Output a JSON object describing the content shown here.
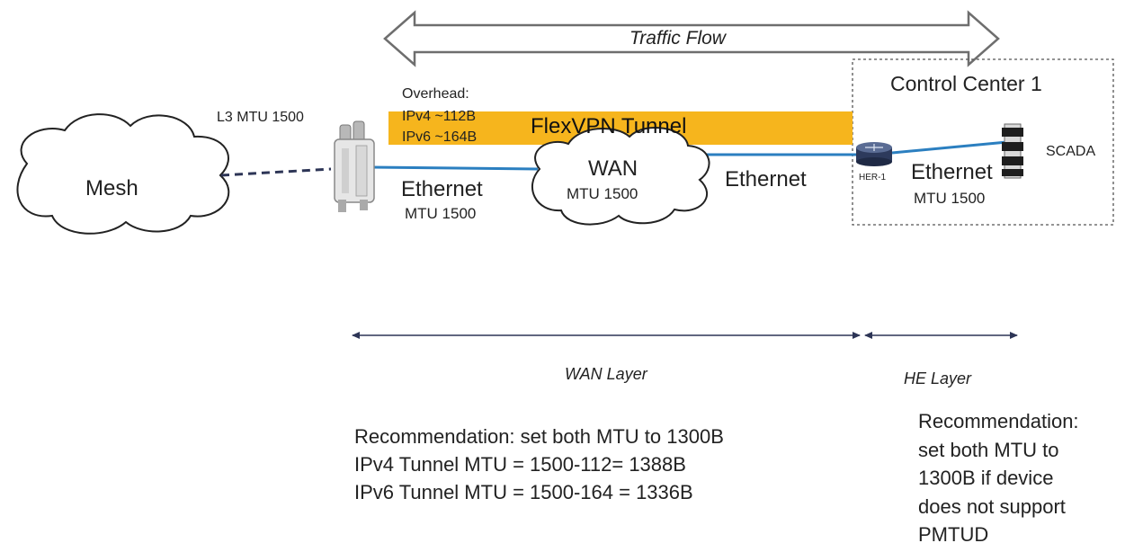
{
  "traffic_flow": {
    "label": "Traffic Flow"
  },
  "control_center": {
    "title": "Control Center 1"
  },
  "overhead": {
    "heading": "Overhead:",
    "ipv4": "IPv4 ~112B",
    "ipv6": "IPv6 ~164B"
  },
  "tunnel": {
    "label": "FlexVPN Tunnel"
  },
  "mesh": {
    "label": "Mesh",
    "l3_mtu": "L3 MTU 1500"
  },
  "links": {
    "left_ethernet": "Ethernet",
    "left_mtu": "MTU 1500",
    "middle_ethernet": "Ethernet",
    "right_ethernet": "Ethernet",
    "right_mtu": "MTU 1500"
  },
  "wan": {
    "title": "WAN",
    "mtu": "MTU 1500"
  },
  "devices": {
    "her": "HER-1",
    "scada": "SCADA"
  },
  "layers": {
    "wan": "WAN Layer",
    "he": "HE Layer"
  },
  "wan_recommendation": [
    "Recommendation: set both MTU to 1300B",
    "IPv4 Tunnel MTU = 1500-112= 1388B",
    "IPv6 Tunnel MTU = 1500-164 = 1336B"
  ],
  "he_recommendation": [
    "Recommendation:",
    "set both MTU to",
    "1300B if device",
    "does not support",
    "PMTUD"
  ],
  "colors": {
    "tunnel": "#f6b51d",
    "link": "#2b7fc0",
    "mesh_link": "#2d3556",
    "layer_arrow": "#2d3556"
  }
}
